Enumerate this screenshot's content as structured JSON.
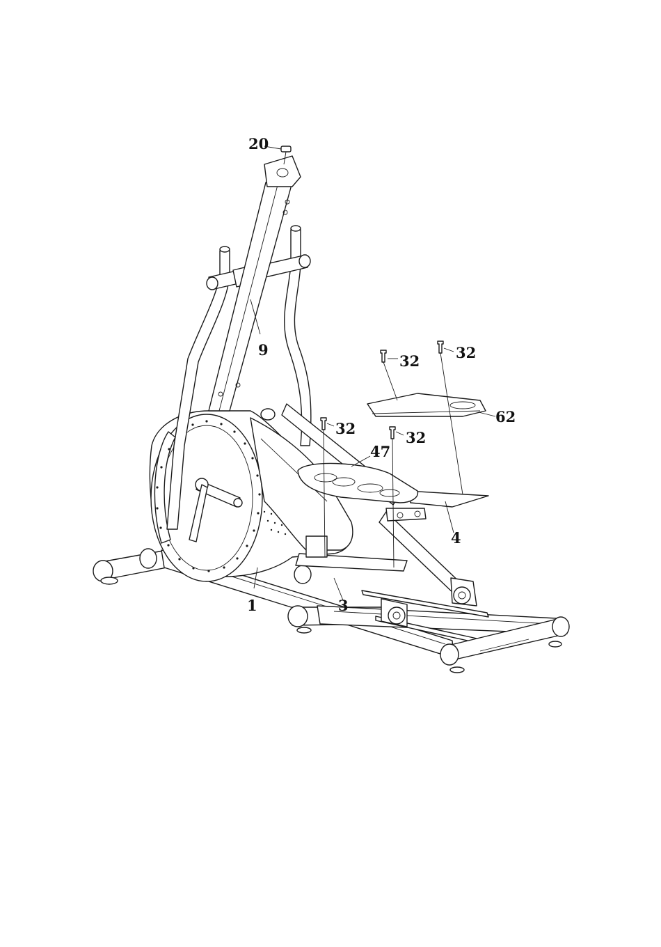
{
  "diagram": {
    "type": "exploded-assembly",
    "colors": {
      "line": "#1a1a1a",
      "background": "#ffffff"
    },
    "callouts": [
      {
        "id": "callout-20",
        "label": "20"
      },
      {
        "id": "callout-9",
        "label": "9"
      },
      {
        "id": "callout-32-a",
        "label": "32"
      },
      {
        "id": "callout-32-b",
        "label": "32"
      },
      {
        "id": "callout-32-c",
        "label": "32"
      },
      {
        "id": "callout-32-d",
        "label": "32"
      },
      {
        "id": "callout-62",
        "label": "62"
      },
      {
        "id": "callout-47",
        "label": "47"
      },
      {
        "id": "callout-4",
        "label": "4"
      },
      {
        "id": "callout-1",
        "label": "1"
      },
      {
        "id": "callout-3",
        "label": "3"
      }
    ]
  }
}
